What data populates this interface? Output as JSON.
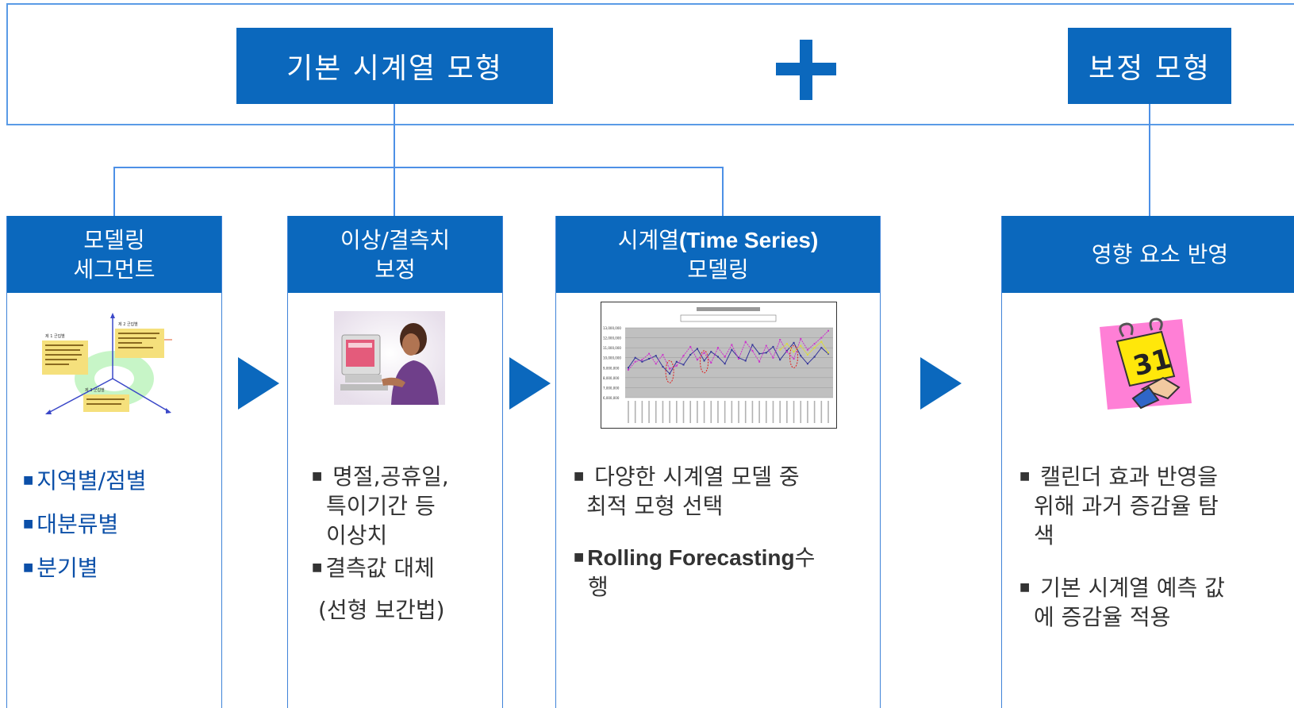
{
  "top": {
    "left_box": "기본 시계열 모형",
    "right_box": "보정 모형"
  },
  "columns": [
    {
      "title_line1": "모델링",
      "title_line2": "세그먼트",
      "bullets": [
        "지역별/점별",
        "대분류별",
        "분기별"
      ],
      "figure": {
        "labels": [
          "제 1 군집별",
          "제 2 군집별",
          "제 3 군집별"
        ],
        "notes": [
          "개인의 인생 중 거점 역을 하는 공자로 과거 해외 근로 등을 쌓는 사람",
          "어떤 기준으로 보면 ...",
          "대표적인 고객 및 가계 연구를 필요로 하는 고객"
        ]
      }
    },
    {
      "title_line1": "이상/결측치",
      "title_line2": "보정",
      "bullet1_lines": [
        "명절,공휴일,",
        "특이기간 등",
        "이상치"
      ],
      "bullet2": "결측값 대체",
      "bullet2_sub": "(선형 보간법)"
    },
    {
      "title_line1_ko": "시계열",
      "title_line1_en": "(Time Series)",
      "title_line2": "모델링",
      "bullet1_lines": [
        "다양한 시계열 모델 중",
        "최적 모형 선택"
      ],
      "bullet2_en": "Rolling Forecasting",
      "bullet2_ko_a": "수",
      "bullet2_ko_b": "행"
    },
    {
      "title": "영향 요소 반영",
      "bullet1_lines": [
        "캘린더 효과 반영을",
        "위해 과거 증감율 탐",
        "색"
      ],
      "bullet2_lines": [
        "기본 시계열 예측 값",
        "에 증감율 적용"
      ],
      "calendar_number": "31"
    }
  ],
  "chart_data": {
    "type": "line",
    "title": "",
    "y_ticks": [
      "13,000,000",
      "12,000,000",
      "11,000,000",
      "10,000,000",
      "9,000,000",
      "8,000,000",
      "7,000,000",
      "6,000,000"
    ],
    "series": [
      {
        "values": [
          9.0,
          10.0,
          9.6,
          9.9,
          10.2,
          9.1,
          8.4,
          9.6,
          9.3,
          10.3,
          10.9,
          9.7,
          10.6,
          10.1,
          9.4,
          10.8,
          10.0,
          9.7,
          11.3,
          10.4,
          10.5,
          11.1,
          9.8,
          10.7,
          11.5,
          10.2,
          9.4,
          10.1,
          11.0,
          10.4
        ]
      },
      {
        "values": [
          8.8,
          9.6,
          9.8,
          10.4,
          9.4,
          10.3,
          8.9,
          9.2,
          10.2,
          11.1,
          9.8,
          10.5,
          9.5,
          11.0,
          10.1,
          11.3,
          9.9,
          11.6,
          10.7,
          9.6,
          11.2,
          10.0,
          11.8,
          10.6,
          9.9,
          11.9,
          10.8,
          11.4,
          12.0,
          12.7
        ]
      },
      {
        "values": [
          null,
          null,
          null,
          null,
          null,
          null,
          null,
          null,
          null,
          null,
          null,
          null,
          null,
          null,
          null,
          null,
          null,
          null,
          null,
          null,
          null,
          null,
          10.8,
          11.4,
          10.6,
          11.2,
          10.3,
          11.0,
          11.6,
          10.5
        ]
      }
    ],
    "ylim": [
      6,
      13
    ]
  }
}
